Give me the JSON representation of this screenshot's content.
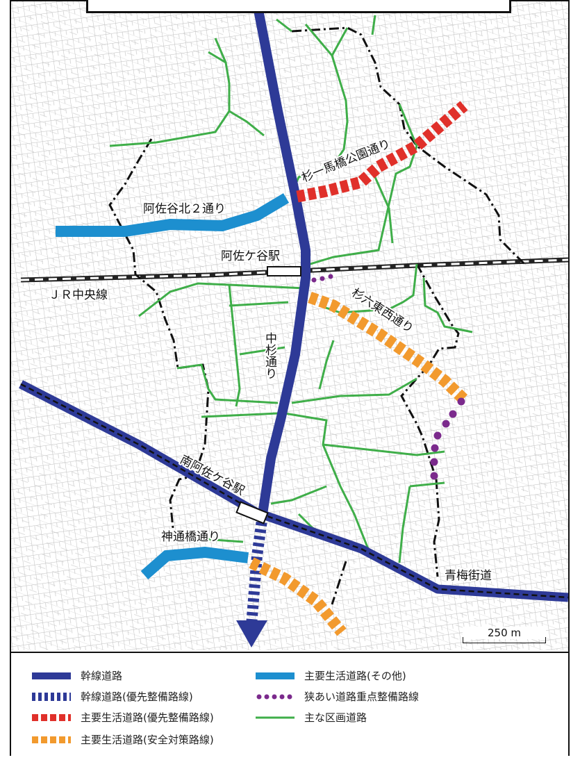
{
  "map": {
    "labels": {
      "asagaya_kita_2": "阿佐谷北２通り",
      "sugi_mabashi": "杉一馬橋公園通り",
      "asagaya_station": "阿佐ケ谷駅",
      "jr_chuo": "ＪＲ中央線",
      "sugidai_tozai": "杉六東西通り",
      "nakasugi": "中杉通り",
      "minami_asagaya_station": "南阿佐ケ谷駅",
      "shintsuhashi": "神通橋通り",
      "ome_kaido": "青梅街道"
    },
    "scale_label": "250 m"
  },
  "legend": {
    "items": [
      {
        "id": "trunk",
        "label": "幹線道路"
      },
      {
        "id": "trunk_priority",
        "label": "幹線道路(優先整備路線)"
      },
      {
        "id": "main_priority",
        "label": "主要生活道路(優先整備路線)"
      },
      {
        "id": "main_safety",
        "label": "主要生活道路(安全対策路線)"
      },
      {
        "id": "main_other",
        "label": "主要生活道路(その他)"
      },
      {
        "id": "narrow",
        "label": "狭あい道路重点整備路線"
      },
      {
        "id": "ward",
        "label": "主な区画道路"
      }
    ]
  },
  "colors": {
    "trunk": "#2e3a97",
    "main_other": "#1d8fcf",
    "main_priority": "#e0302a",
    "main_safety": "#f29a2e",
    "narrow": "#7b2a8c",
    "ward": "#3fae49",
    "boundary": "#111111",
    "street_grid": "#b5b5b5"
  }
}
